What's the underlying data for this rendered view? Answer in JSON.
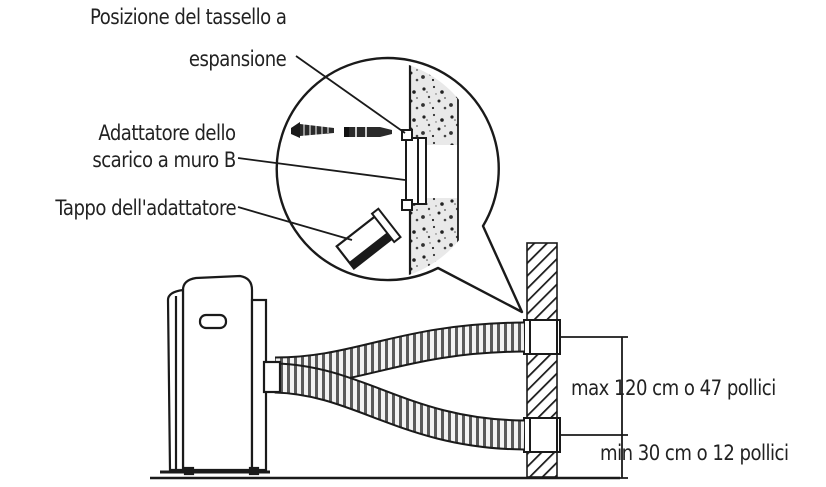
{
  "labels": {
    "anchor_line1": "Posizione del tassello a",
    "anchor_line2": "espansione",
    "adapter_line1": "Adattatore dello",
    "adapter_line2": "scarico a muro B",
    "cap": "Tappo dell'adattatore",
    "max_height": "max 120 cm o 47 pollici",
    "min_height": "min 30 cm o 12 pollici"
  },
  "colors": {
    "line": "#1a1a1a",
    "background": "#ffffff"
  }
}
